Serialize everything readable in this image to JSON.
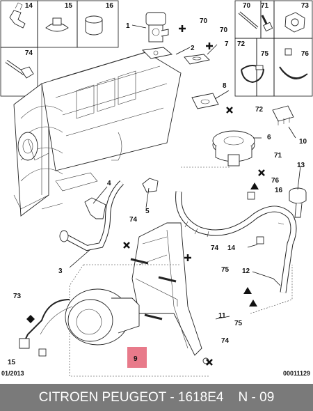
{
  "callouts": {
    "c1": "1",
    "c2": "2",
    "c3": "3",
    "c4": "4",
    "c5": "5",
    "c6": "6",
    "c7": "7",
    "c8": "8",
    "c9": "9",
    "c10": "10",
    "c11": "11",
    "c12": "12",
    "c13": "13",
    "c14": "14",
    "c15": "15",
    "c16": "16",
    "c70": "70",
    "c71": "71",
    "c72": "72",
    "c73": "73",
    "c74": "74",
    "c75": "75",
    "c76": "76"
  },
  "insets": {
    "left": [
      {
        "id": "14",
        "label": "14"
      },
      {
        "id": "15",
        "label": "15"
      },
      {
        "id": "16",
        "label": "16"
      },
      {
        "id": "74",
        "label": "74"
      }
    ],
    "right": [
      {
        "id": "70",
        "label": "70"
      },
      {
        "id": "71",
        "label": "71"
      },
      {
        "id": "73",
        "label": "73"
      },
      {
        "id": "72",
        "label": "72"
      },
      {
        "id": "75",
        "label": "75"
      },
      {
        "id": "76",
        "label": "76"
      }
    ]
  },
  "colors": {
    "highlight": "#e87a8a",
    "footer_bg": "#7a7a7a",
    "footer_text": "#ffffff",
    "ink": "#111111"
  },
  "footer": {
    "date_code": "01/2013",
    "ref_code": "00011129",
    "caption": "CITROEN PEUGEOT - 1618E4    N - 09"
  }
}
